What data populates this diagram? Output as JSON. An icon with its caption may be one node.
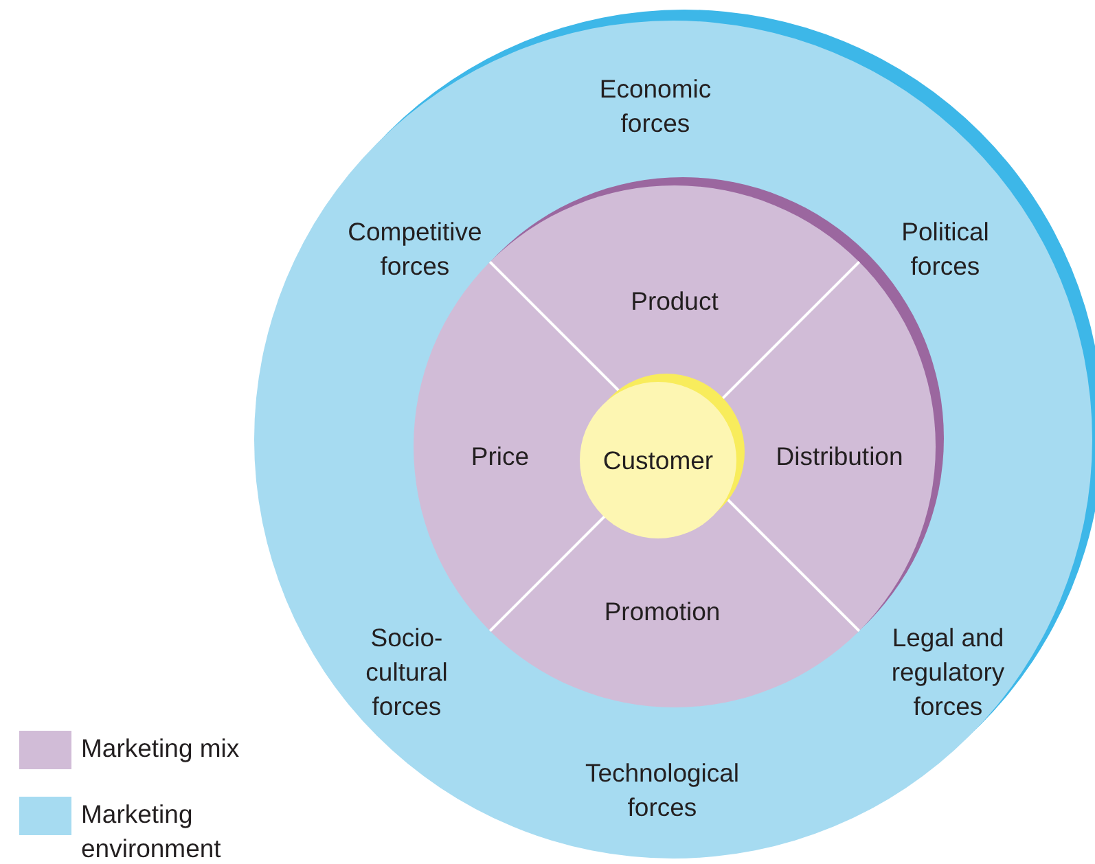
{
  "diagram": {
    "nodes": [
      {
        "text": [
          "Economic forces",
          "Competitive forces",
          "Political forces",
          "Socio-cultural forces",
          "Legal and regulatory forces",
          "Technological forces"
        ]
      },
      {
        "text": [
          "Product",
          "Price",
          "Distribution",
          "Promotion"
        ],
        "in": 0
      },
      {
        "text": [
          "Customer"
        ],
        "in": 1
      }
    ],
    "edges": [],
    "legend": [
      {
        "text": "Marketing mix",
        "color": "#d1bcd7"
      },
      {
        "text": "Marketing environment",
        "color": "#a6dbf1"
      }
    ]
  }
}
